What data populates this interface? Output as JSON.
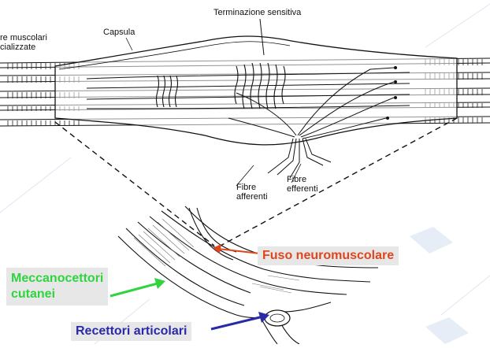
{
  "diagram": {
    "labels": {
      "fibre_muscolari": "re muscolari\ncializzate",
      "capsula": "Capsula",
      "terminazione": "Terminazione sensitiva",
      "fibre_afferenti": "Fibre\nafferenti",
      "fibre_efferenti": "Fibre\nefferenti",
      "fuso": "Fuso neuromuscolare",
      "meccanocettori": "Meccanocettori\ncutanei",
      "recettori": "Recettori articolari"
    },
    "colors": {
      "fuso": "#e0461e",
      "meccanocettori": "#2fd43f",
      "recettori": "#2a2aa8",
      "label_box": "#e7e7e7",
      "ink": "#111111"
    }
  }
}
